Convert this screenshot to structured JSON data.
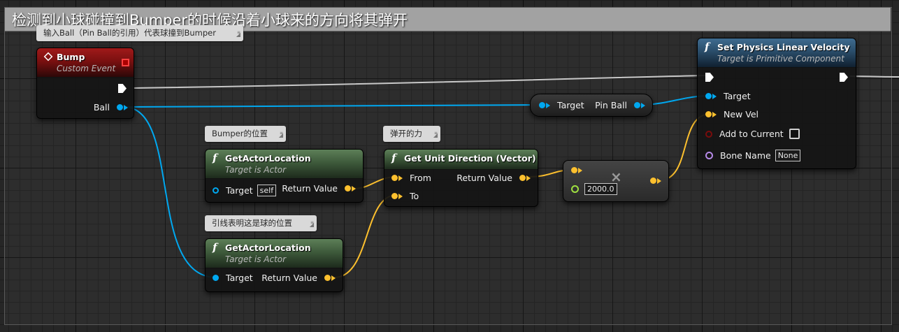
{
  "comment": {
    "title": "检测到小球碰撞到Bumper的时候沿着小球来的方向将其弹开"
  },
  "bubbles": {
    "bump": "输入Ball（Pin Ball的引用）代表球撞到Bumper",
    "bumper_location": "Bumper的位置",
    "bounce_force": "弹开的力",
    "ball_location": "引线表明这是球的位置"
  },
  "bump_node": {
    "title": "Bump",
    "subtitle": "Custom Event",
    "pin_ball": "Ball"
  },
  "get_actor_location_1": {
    "title": "GetActorLocation",
    "subtitle": "Target is Actor",
    "target_label": "Target",
    "target_value": "self",
    "return_label": "Return Value"
  },
  "get_actor_location_2": {
    "title": "GetActorLocation",
    "subtitle": "Target is Actor",
    "target_label": "Target",
    "return_label": "Return Value"
  },
  "get_unit_direction": {
    "title": "Get Unit Direction (Vector)",
    "from_label": "From",
    "to_label": "To",
    "return_label": "Return Value"
  },
  "multiply_node": {
    "operator": "×",
    "value": "2000.0"
  },
  "pin_ball_cast": {
    "target_label": "Target",
    "output_label": "Pin Ball"
  },
  "set_physics": {
    "title": "Set Physics Linear Velocity",
    "subtitle": "Target is Primitive Component",
    "target_label": "Target",
    "new_vel_label": "New Vel",
    "add_to_current_label": "Add to Current",
    "bone_name_label": "Bone Name",
    "bone_name_value": "None"
  },
  "colors": {
    "exec_wire": "#c8c8c8",
    "object_wire": "#00a8f0",
    "vector_wire": "#fdc02e"
  }
}
